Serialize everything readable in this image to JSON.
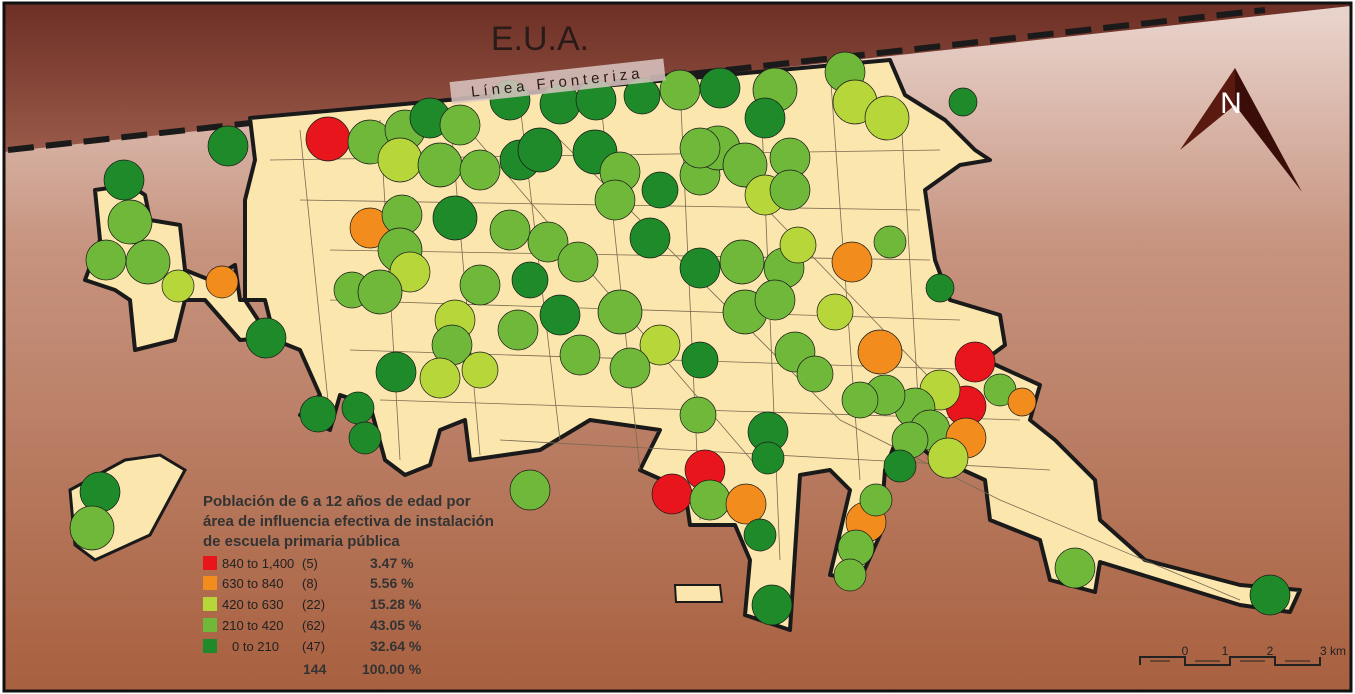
{
  "map": {
    "country_label": "E.U.A.",
    "border_label": "Línea Fronteriza",
    "north_label": "N"
  },
  "colors": {
    "city_fill": "#fbe6ad",
    "border_band": "#7a3a30",
    "background": "#b87458",
    "class_1": "#e8161c",
    "class_2": "#f28c1c",
    "class_3": "#b7d63a",
    "class_4": "#6fb83a",
    "class_5": "#1f8a2a"
  },
  "legend": {
    "title_lines": [
      "Población  de 6 a 12 años de edad por",
      "área de influencia efectiva de instalación",
      "de escuela primaria pública"
    ],
    "rows": [
      {
        "range": "840 to 1,400",
        "count": "(5)",
        "percent": "3.47 %",
        "color": "#e8161c"
      },
      {
        "range": "630 to   840",
        "count": "(8)",
        "percent": "5.56 %",
        "color": "#f28c1c"
      },
      {
        "range": "420 to   630",
        "count": "(22)",
        "percent": "15.28 %",
        "color": "#b7d63a"
      },
      {
        "range": "210 to   420",
        "count": "(62)",
        "percent": "43.05 %",
        "color": "#6fb83a"
      },
      {
        "range": "0 to   210",
        "count": "(47)",
        "percent": "32.64 %",
        "color": "#1f8a2a"
      }
    ],
    "total_count": "144",
    "total_percent": "100.00 %"
  },
  "scale_bar": {
    "labels": [
      "0",
      "1",
      "2",
      "3 km"
    ]
  }
}
